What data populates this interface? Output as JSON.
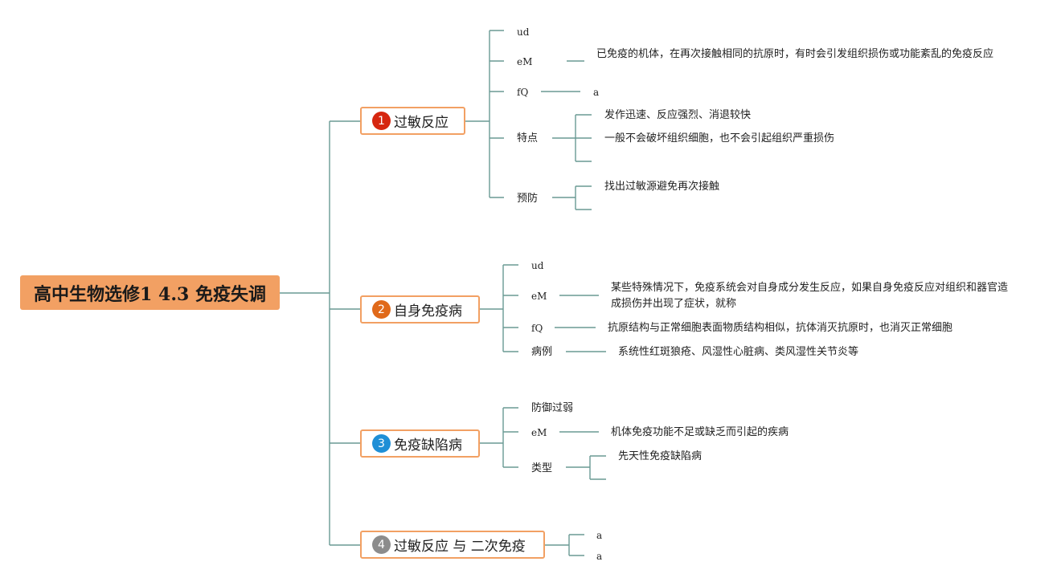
{
  "root": {
    "title": "高中生物选修1 4.3 免疫失调"
  },
  "colors": {
    "line": "#6a9a94",
    "topic_border": "#f2a063",
    "root_fill": "#f2a063"
  },
  "topics": [
    {
      "number": "1",
      "badge_color": "#d6260f",
      "label": "过敏反应",
      "children": [
        {
          "label": "ud"
        },
        {
          "label": "eM",
          "detail": "已免疫的机体，在再次接触相同的抗原时，有时会引发组织损伤或功能紊乱的免疫反应"
        },
        {
          "label": "fQ",
          "detail": "a"
        },
        {
          "label": "特点",
          "items": [
            "发作迅速、反应强烈、消退较快",
            "一般不会破坏组织细胞，也不会引起组织严重损伤",
            ""
          ]
        },
        {
          "label": "预防",
          "items": [
            "找出过敏源避免再次接触",
            ""
          ]
        }
      ]
    },
    {
      "number": "2",
      "badge_color": "#e0691a",
      "label": "自身免疫病",
      "children": [
        {
          "label": "ud"
        },
        {
          "label": "eM",
          "detail": "某些特殊情况下，免疫系统会对自身成分发生反应，如果自身免疫反应对组织和器官造成损伤并出现了症状，就称"
        },
        {
          "label": "fQ",
          "detail": "抗原结构与正常细胞表面物质结构相似，抗体消灭抗原时，也消灭正常细胞"
        },
        {
          "label": "病例",
          "detail": "系统性红斑狼疮、风湿性心脏病、类风湿性关节炎等"
        }
      ]
    },
    {
      "number": "3",
      "badge_color": "#1f8fd6",
      "label": "免疫缺陷病",
      "children": [
        {
          "label": "防御过弱"
        },
        {
          "label": "eM",
          "detail": "机体免疫功能不足或缺乏而引起的疾病"
        },
        {
          "label": "类型",
          "items": [
            "先天性免疫缺陷病",
            ""
          ]
        }
      ]
    },
    {
      "number": "4",
      "badge_color": "#8c8c8c",
      "label": "过敏反应 与 二次免疫",
      "children": [
        {
          "label": "a"
        },
        {
          "label": "a"
        }
      ]
    }
  ]
}
